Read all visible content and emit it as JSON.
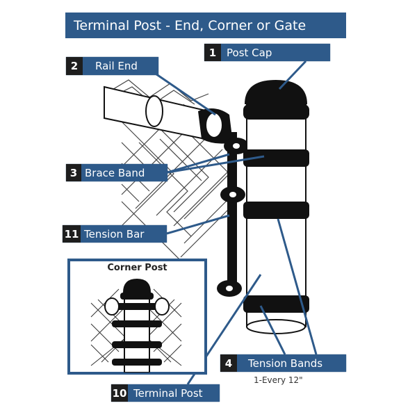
{
  "title": "Terminal Post - End, Corner or Gate",
  "labels": [
    {
      "num": "1",
      "text": "Post Cap"
    },
    {
      "num": "2",
      "text": "Rail End"
    },
    {
      "num": "3",
      "text": "Brace Band"
    },
    {
      "num": "11",
      "text": "Tension Bar"
    },
    {
      "num": "4",
      "text": "Tension Bands"
    },
    {
      "num": "10",
      "text": "Terminal Post"
    }
  ],
  "tension_bands_note": "1-Every 12\"",
  "inset": {
    "title": "Corner Post"
  },
  "colors": {
    "label_bg": "#2e5a8a",
    "number_bg": "#1e1e1e"
  }
}
